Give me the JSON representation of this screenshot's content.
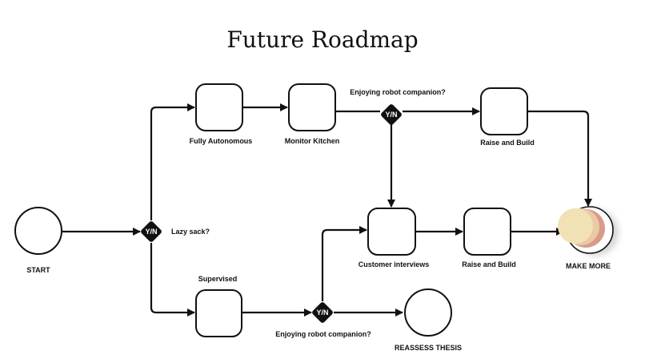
{
  "title": "Future Roadmap",
  "nodes": {
    "start": "START",
    "fully_autonomous": "Fully Autonomous",
    "monitor_kitchen": "Monitor Kitchen",
    "raise_build_top": "Raise and Build",
    "customer_interviews": "Customer interviews",
    "raise_build_mid": "Raise and Build",
    "make_more": "MAKE MORE",
    "supervised": "Supervised",
    "reassess_thesis": "REASSESS THESIS"
  },
  "decisions": {
    "lazy_sack": {
      "symbol": "Y/N",
      "question": "Lazy sack?"
    },
    "top_robot": {
      "symbol": "Y/N",
      "question": "Enjoying robot companion?"
    },
    "bottom_robot": {
      "symbol": "Y/N",
      "question": "Enjoying robot companion?"
    }
  },
  "colors": {
    "line": "#111111",
    "glow_yellow": "#f0e2b4",
    "glow_peach": "#eac9a4",
    "glow_salmon": "#d99a88"
  }
}
